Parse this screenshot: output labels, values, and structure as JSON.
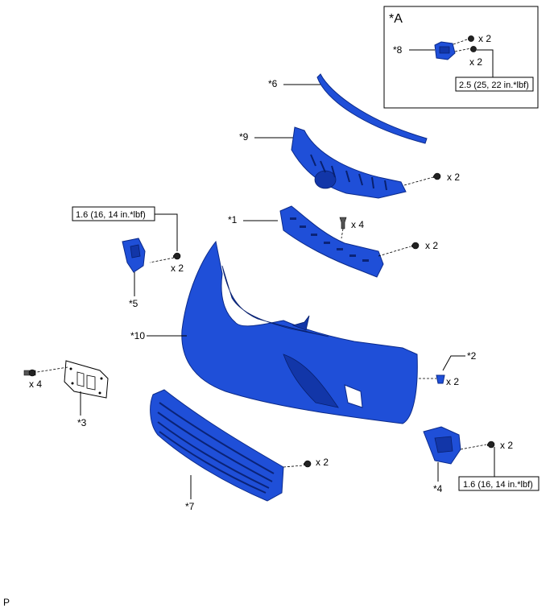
{
  "inset": {
    "title": "*A",
    "part_label": "*8",
    "qty_a": "x 2",
    "qty_b": "x 2",
    "torque": "2.5 (25, 22 in.*lbf)"
  },
  "parts": {
    "p6": "*6",
    "p9": "*9",
    "p1": "*1",
    "p5": "*5",
    "p10": "*10",
    "p2": "*2",
    "p3": "*3",
    "p7": "*7",
    "p4": "*4"
  },
  "quantities": {
    "q9": "x 2",
    "q1_clip": "x 4",
    "q1_bolt": "x 2",
    "q5": "x 2",
    "q2": "x 2",
    "q3": "x 4",
    "q7": "x 2",
    "q4": "x 2"
  },
  "torques": {
    "t5": "1.6 (16, 14 in.*lbf)",
    "t4": "1.6 (16, 14 in.*lbf)"
  },
  "corner_mark": "P",
  "colors": {
    "part_blue": "#1f4fd8",
    "part_outline": "#0b2a8a"
  },
  "icons": [
    "bolt-icon",
    "clip-icon"
  ]
}
